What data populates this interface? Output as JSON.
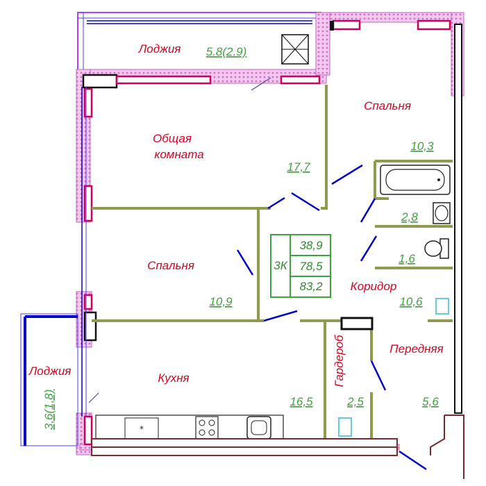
{
  "plan": {
    "apartment_type": "3К",
    "totals": {
      "living": "38,9",
      "total": "78,5",
      "with_loggias": "83,2"
    },
    "rooms": {
      "loggia_top": {
        "name": "Лоджия",
        "area": "5.8(2.9)"
      },
      "living_room": {
        "name_line1": "Общая",
        "name_line2": "комната",
        "area": "17,7"
      },
      "bedroom_right": {
        "name": "Спальня",
        "area": "10,3"
      },
      "bathroom": {
        "area": "2,8"
      },
      "toilet": {
        "area": "1,6"
      },
      "bedroom_left": {
        "name": "Спальня",
        "area": "10,9"
      },
      "corridor": {
        "name": "Коридор",
        "area": "10,6"
      },
      "hall": {
        "name": "Передняя",
        "area": "5,6"
      },
      "wardrobe": {
        "name": "Гардероб",
        "area": "2,5"
      },
      "kitchen": {
        "name": "Кухня",
        "area": "16,5"
      },
      "loggia_left": {
        "name": "Лоджия",
        "area": "3,6(1,8)"
      }
    },
    "colors": {
      "exterior_wall": "#e8a0e0",
      "window": "#0000cc",
      "partition": "#8f9a4a",
      "room_name": "#e0001b",
      "area": "#3aa63a",
      "entrance_wall": "#7a2a2a"
    }
  }
}
